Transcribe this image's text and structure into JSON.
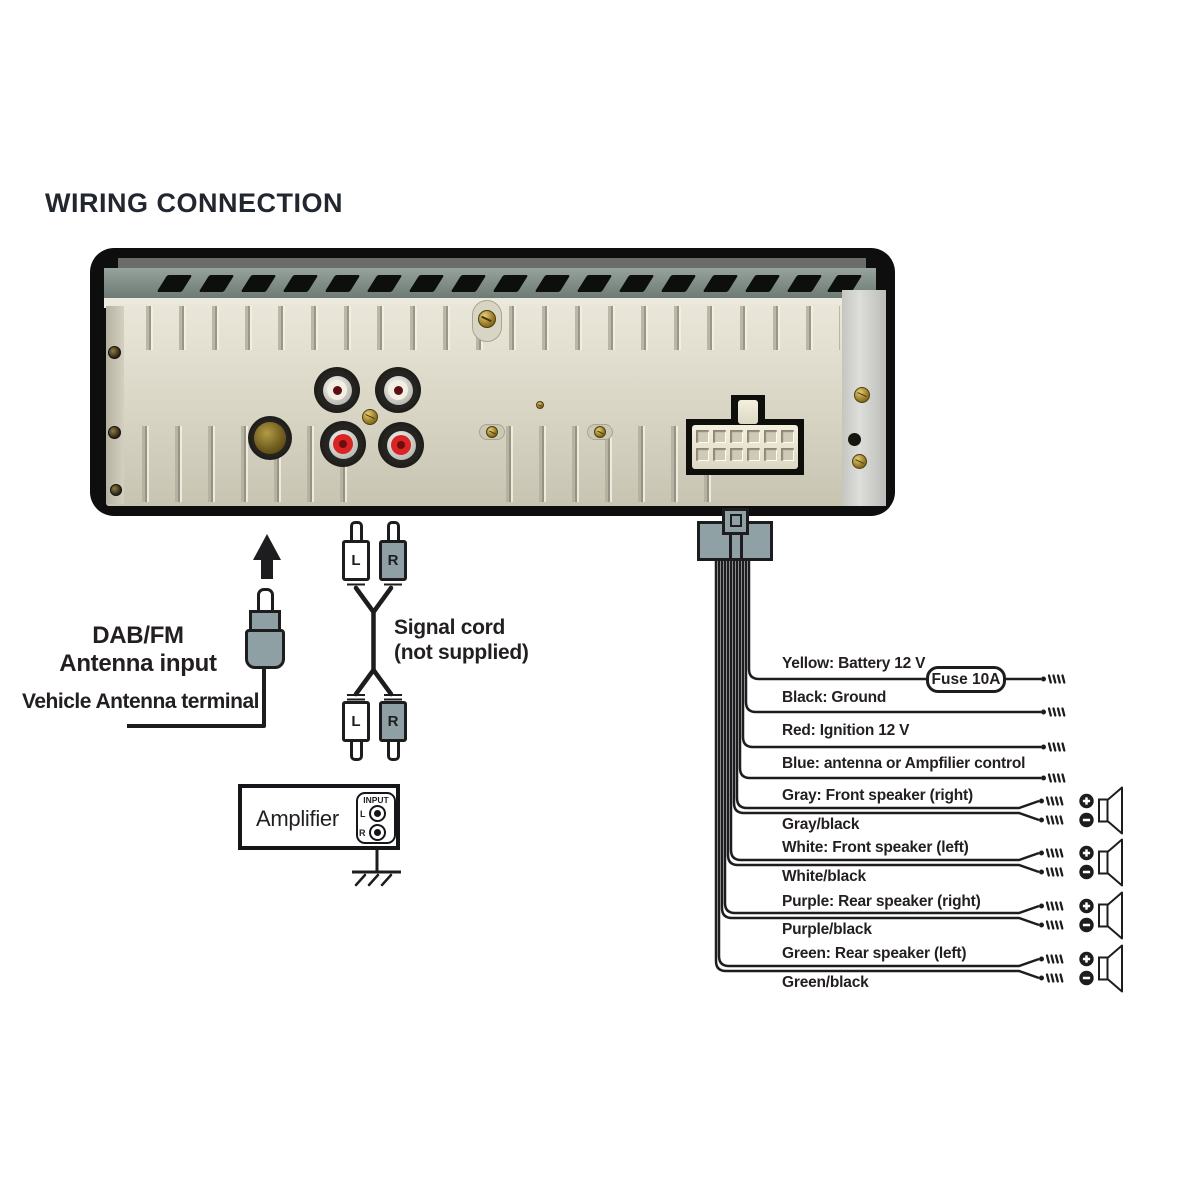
{
  "title": "WIRING CONNECTION",
  "colors": {
    "wire_line": "#1d1d1f",
    "connector_gray": "#90a1a5",
    "rca_red": "#da2423",
    "antenna_gold": "#9a8433",
    "panel_beige": "#dcd8c8",
    "vent_strip": "#78867f"
  },
  "antenna_input": {
    "line1": "DAB/FM",
    "line2": "Antenna input",
    "line3": "Vehicle Antenna terminal"
  },
  "signal_cord": {
    "line1": "Signal cord",
    "line2": "(not supplied)",
    "top_plugs": [
      "L",
      "R"
    ],
    "bottom_plugs": [
      "L",
      "R"
    ]
  },
  "amplifier": {
    "label": "Amplifier",
    "panel": "INPUT",
    "jacks": [
      "L",
      "R"
    ]
  },
  "harness": {
    "fuse": "Fuse 10A",
    "wires": [
      {
        "label": "Yellow: Battery 12 V"
      },
      {
        "label": "Black: Ground"
      },
      {
        "label": "Red: Ignition 12 V"
      },
      {
        "label": "Blue: antenna or Ampfilier control"
      },
      {
        "label": "Gray: Front speaker (right)"
      },
      {
        "label": "Gray/black"
      },
      {
        "label": "White: Front speaker (left)"
      },
      {
        "label": "White/black"
      },
      {
        "label": "Purple: Rear speaker (right)"
      },
      {
        "label": "Purple/black"
      },
      {
        "label": "Green: Rear speaker (left)"
      },
      {
        "label": "Green/black"
      }
    ]
  },
  "icons": {
    "polarity_plus": "+",
    "polarity_minus": "−",
    "speaker": "speaker-cone",
    "antenna_arrow": "up-arrow"
  }
}
